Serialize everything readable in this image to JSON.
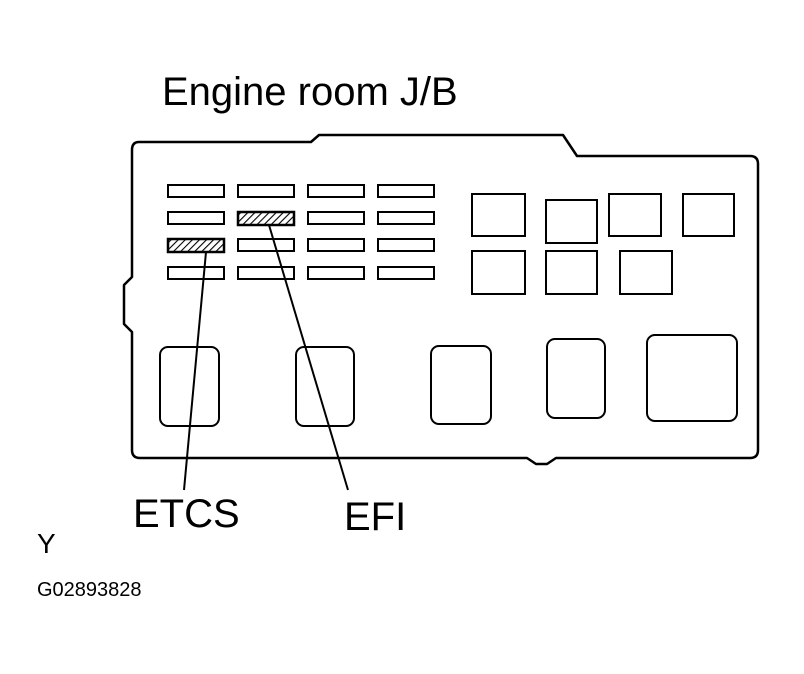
{
  "title": "Engine room J/B",
  "labels": {
    "etcs": "ETCS",
    "efi": "EFI"
  },
  "view_label": "Y",
  "figure_id": "G02893828",
  "colors": {
    "line": "#000000",
    "background": "#ffffff",
    "hatch": "#000000"
  }
}
